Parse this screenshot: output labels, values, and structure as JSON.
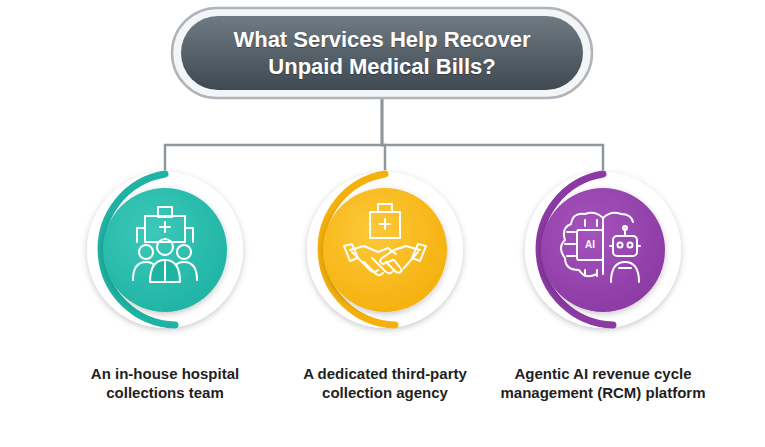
{
  "diagram": {
    "nodes": [
      {
        "text": [
          "What Services Help Recover Unpaid Medical Bills?"
        ]
      },
      {
        "text": [
          "An in-house hospital collections team"
        ]
      },
      {
        "text": [
          "A dedicated third-party collection agency"
        ]
      },
      {
        "text": [
          "Agentic AI revenue cycle management (RCM) platform"
        ]
      }
    ],
    "edges": [
      {
        "from": 0,
        "to": 1,
        "arrow": "none"
      },
      {
        "from": 0,
        "to": 2,
        "arrow": "none"
      },
      {
        "from": 0,
        "to": 3,
        "arrow": "none"
      }
    ],
    "labels": [
      "AI"
    ]
  }
}
